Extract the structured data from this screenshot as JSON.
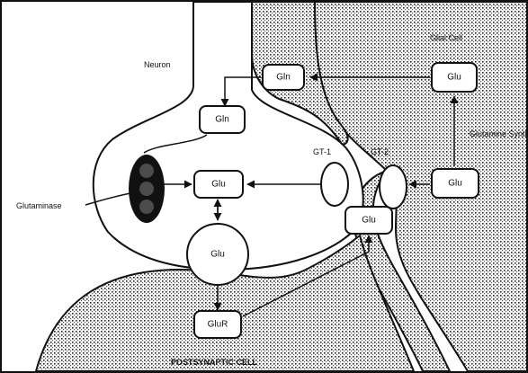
{
  "labels": {
    "neuron": "Neuron",
    "glial_cell": "Glial Cell",
    "glutamate_synthetase": "Glutamine Synthetase",
    "glutaminase": "Glutaminase",
    "postsynaptic_cell": "POSTSYNAPTIC CELL",
    "transporter_1": "GT-1",
    "transporter_2": "GT-2"
  },
  "nodes": {
    "gln_axon": "Gln",
    "gln_neuron_top": "Gln",
    "glu_neuron": "Glu",
    "glu_vesicle": "Glu",
    "glu_glia_top": "Glu",
    "glu_glia_mid": "Glu",
    "glu_cleft": "Glu",
    "glur_receptor": "GluR"
  }
}
